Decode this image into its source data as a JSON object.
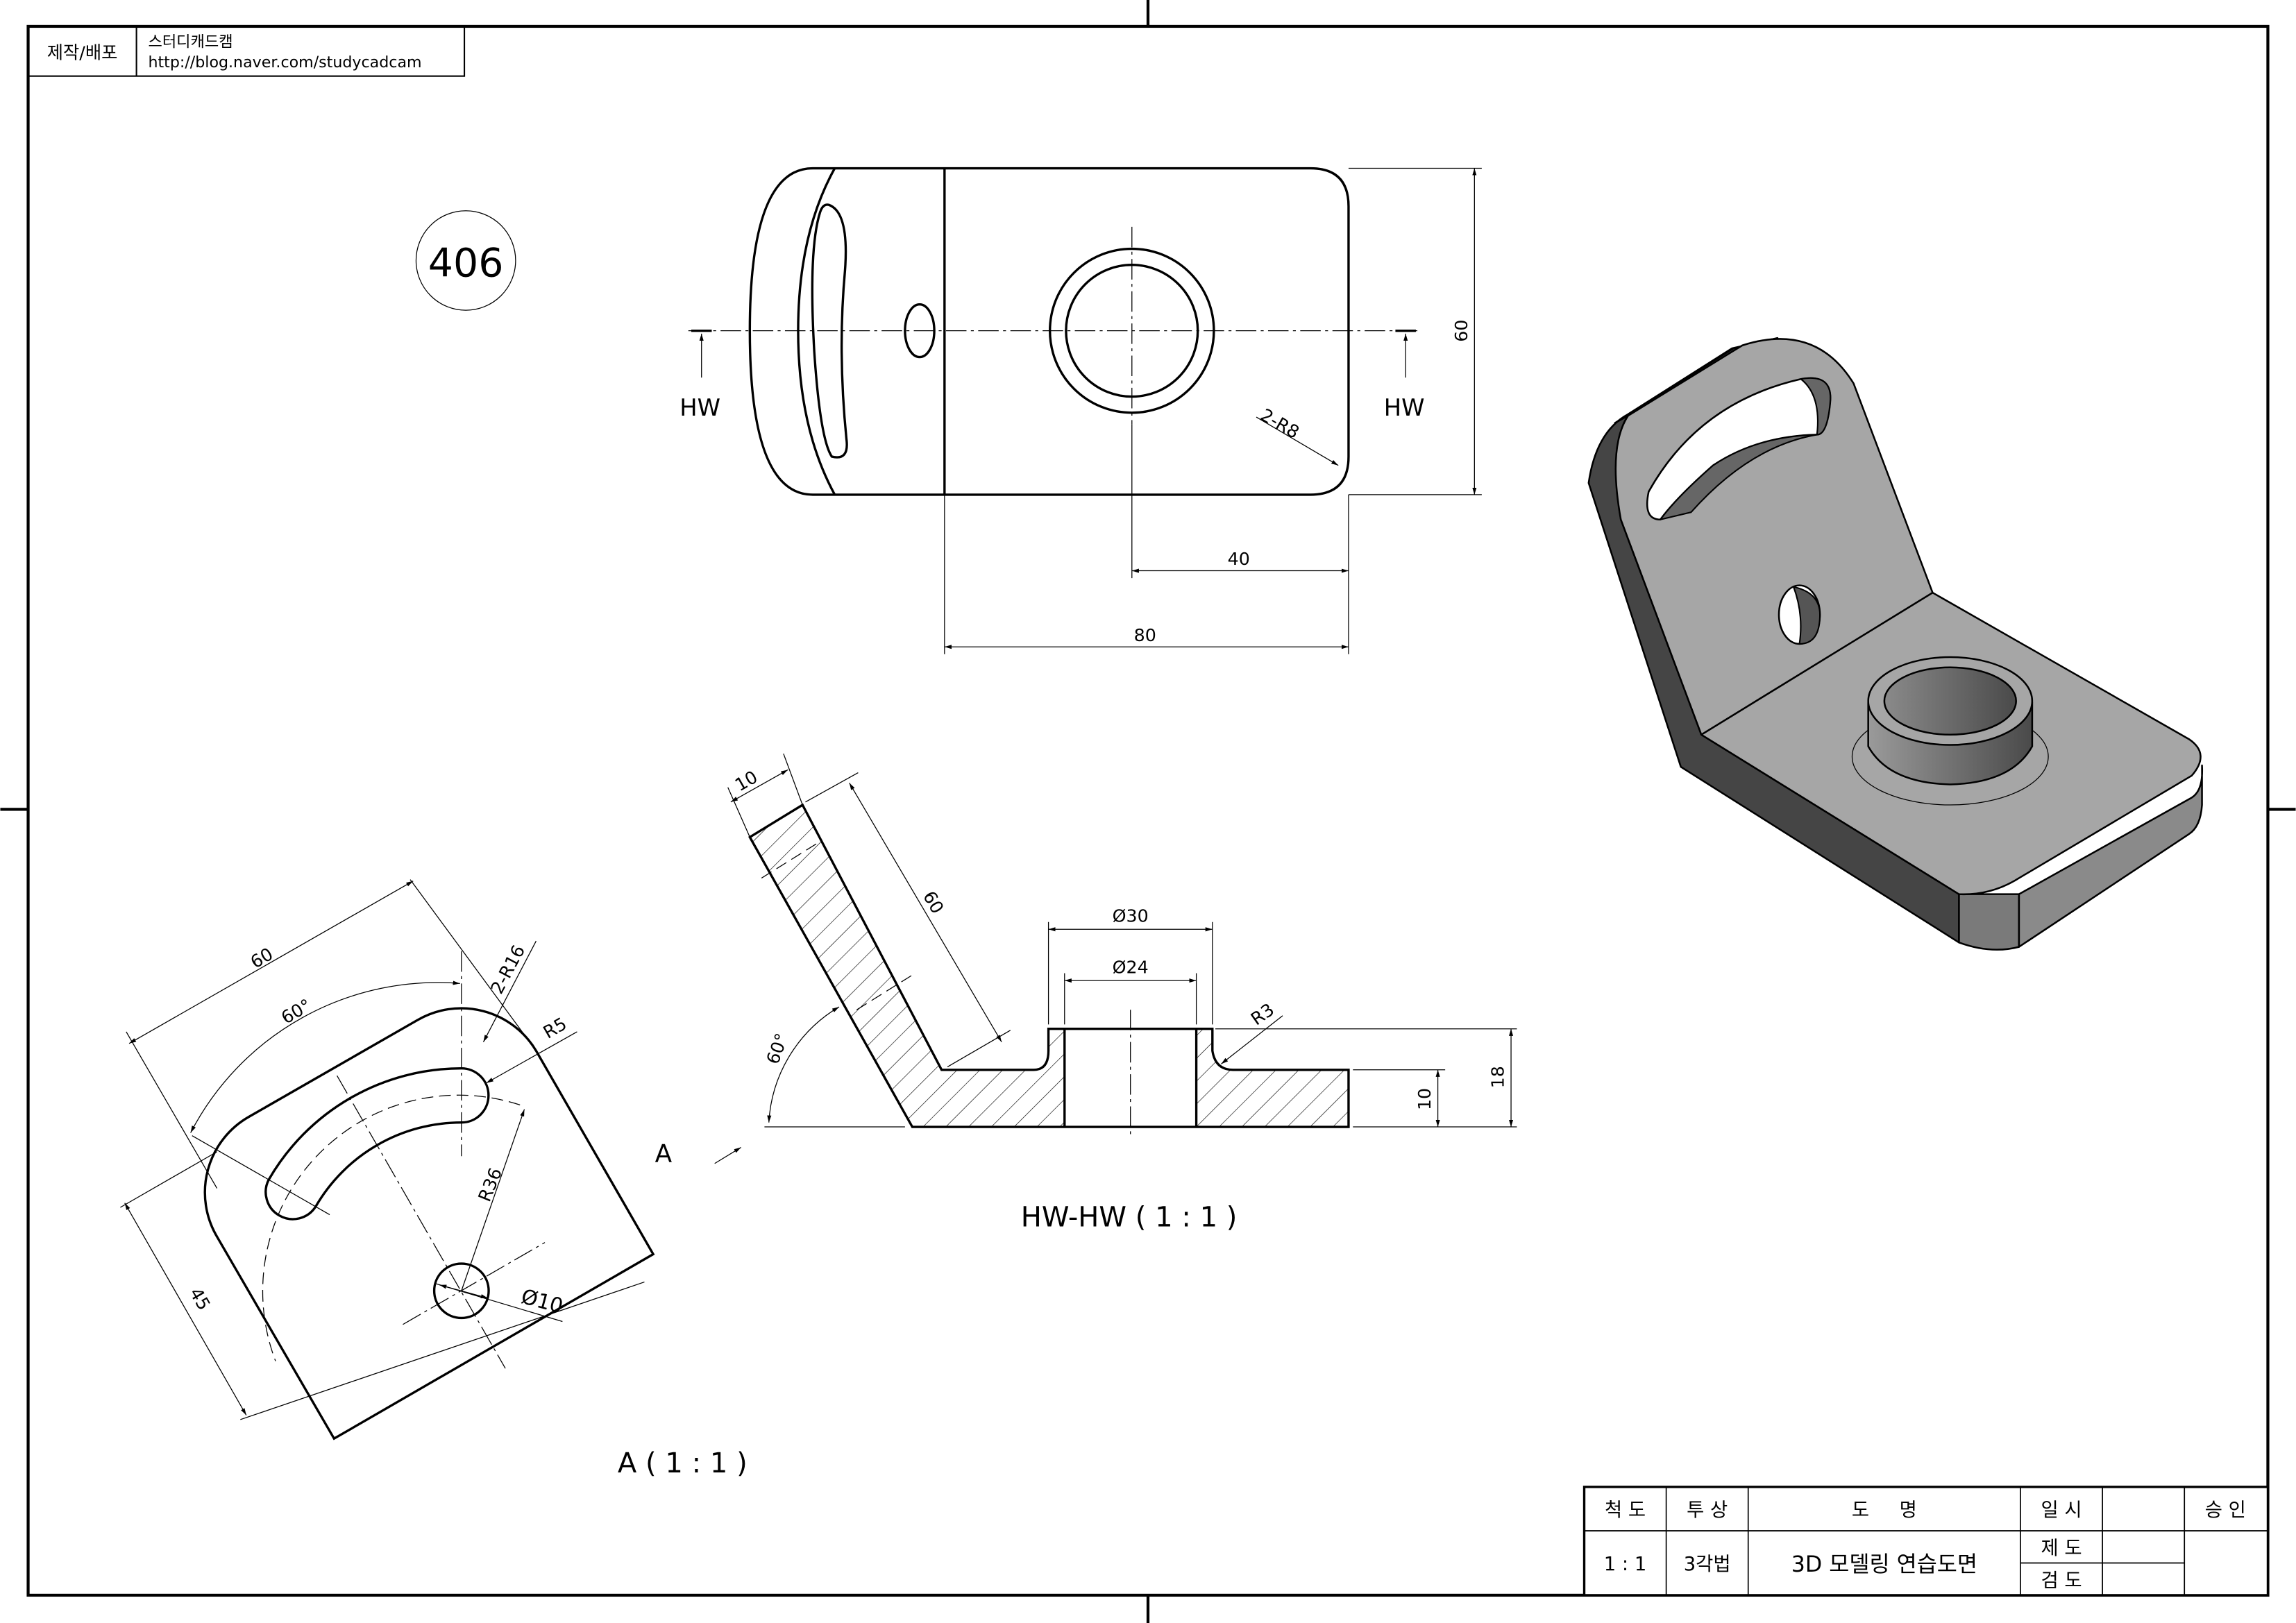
{
  "header": {
    "label": "제작/배포",
    "author": "스터디캐드캠",
    "url": "http://blog.naver.com/studycadcam"
  },
  "drawing_number": "406",
  "top_view": {
    "section_mark": "HW",
    "dims": {
      "height": "60",
      "offset": "40",
      "length": "80",
      "corner_radius": "2-R8"
    }
  },
  "section_view": {
    "title": "HW-HW ( 1 : 1 )",
    "view_arrow_label": "A",
    "dims": {
      "wall_thickness": "10",
      "wall_length": "60",
      "angle": "60°",
      "boss_outer": "Ø30",
      "bore": "Ø24",
      "fillet": "R3",
      "base_thickness": "10",
      "total_height": "18"
    }
  },
  "aux_view": {
    "title": "A ( 1 : 1 )",
    "dims": {
      "width": "60",
      "angle": "60°",
      "corners": "2-R16",
      "slot_end": "R5",
      "slot_radius": "R36",
      "hole": "Ø10",
      "height": "45"
    }
  },
  "title_block": {
    "headers": {
      "scale": "척 도",
      "projection": "투 상",
      "name": "도     명",
      "date": "일 시",
      "approve": "승 인"
    },
    "values": {
      "scale": "1 : 1",
      "projection": "3각법",
      "name": "3D 모델링 연습도면"
    },
    "rows": {
      "drawn": "제 도",
      "checked": "검 도"
    }
  },
  "colors": {
    "iso_face": "#a6a6a6",
    "iso_dark": "#454545",
    "iso_mid": "#7a7a7a"
  }
}
